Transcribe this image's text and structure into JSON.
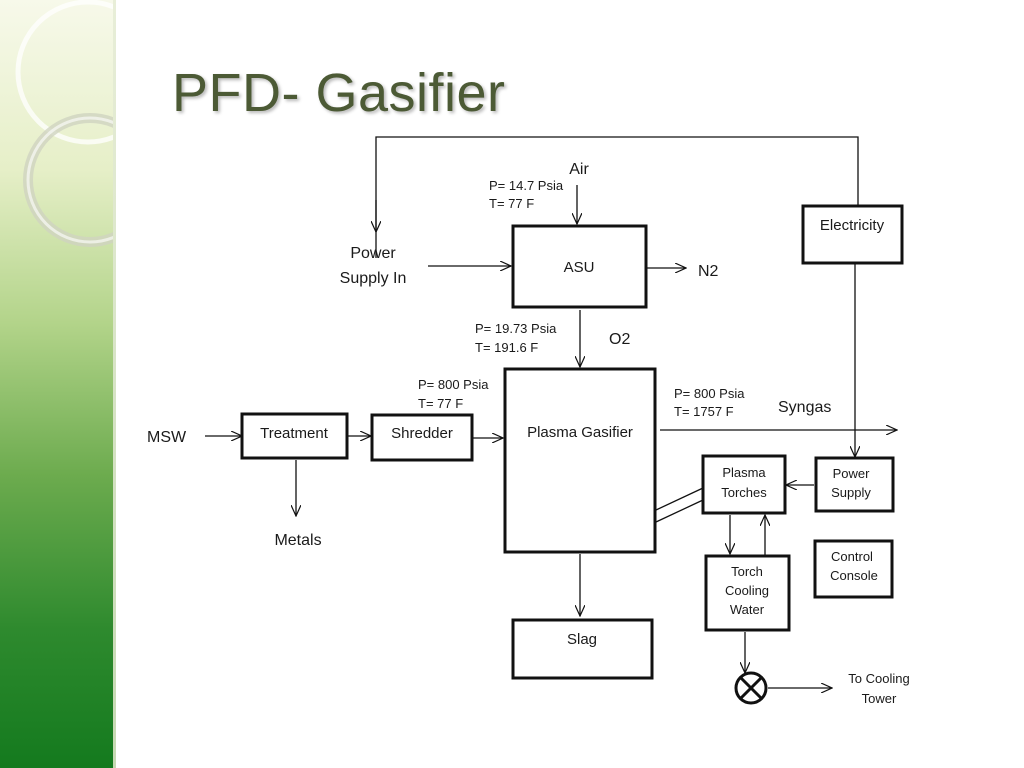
{
  "title": "PFD- Gasifier",
  "nodes": {
    "asu": "ASU",
    "electricity": "Electricity",
    "treatment": "Treatment",
    "shredder": "Shredder",
    "plasma_gasifier": "Plasma Gasifier",
    "plasma_torches": [
      "Plasma",
      "Torches"
    ],
    "power_supply": [
      "Power",
      "Supply"
    ],
    "control_console": [
      "Control",
      "Console"
    ],
    "torch_cooling_water": [
      "Torch",
      "Cooling",
      "Water"
    ],
    "slag": "Slag"
  },
  "labels": {
    "air": "Air",
    "power_supply_in": [
      "Power",
      "Supply In"
    ],
    "n2": "N2",
    "o2": "O2",
    "msw": "MSW",
    "metals": "Metals",
    "syngas": "Syngas",
    "to_cooling_tower": [
      "To Cooling",
      "Tower"
    ]
  },
  "conditions": {
    "air": [
      "P=  14.7 Psia",
      "T= 77 F"
    ],
    "o2": [
      "P=  19.73 Psia",
      "T= 191.6 F"
    ],
    "feed": [
      "P=  800 Psia",
      "T= 77 F"
    ],
    "syngas": [
      "P=  800 Psia",
      "T= 1757 F"
    ]
  }
}
